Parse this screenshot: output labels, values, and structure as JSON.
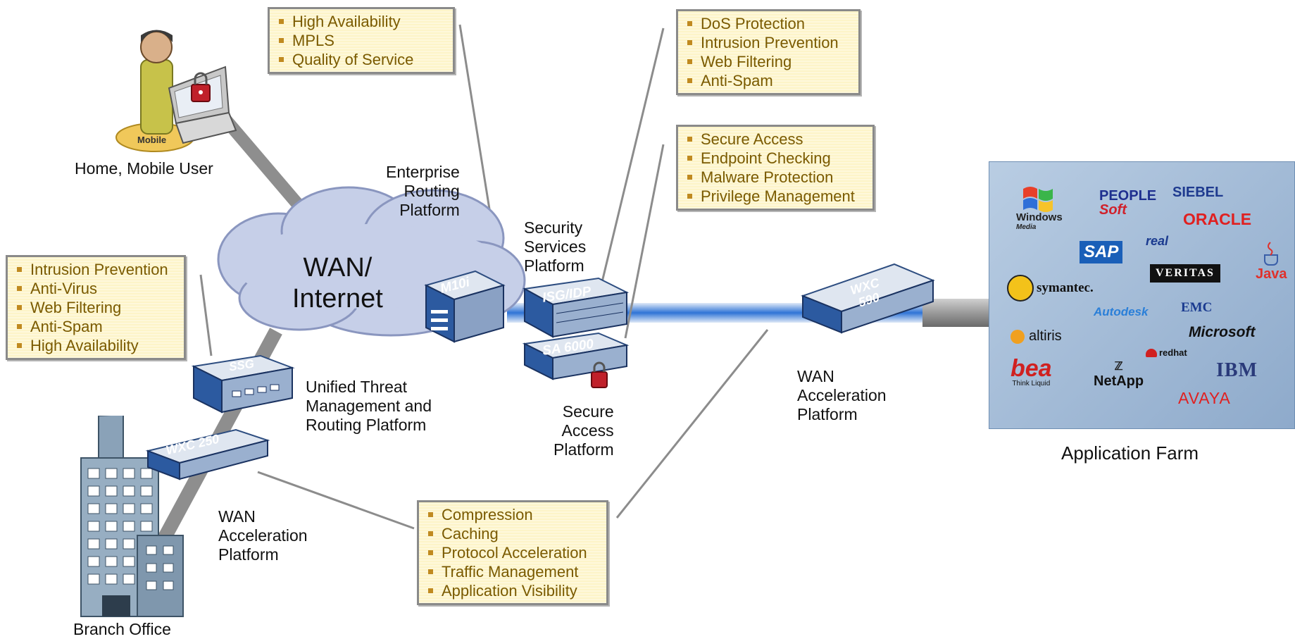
{
  "boxes": {
    "routing": [
      "High Availability",
      "MPLS",
      "Quality of Service"
    ],
    "security": [
      "DoS Protection",
      "Intrusion Prevention",
      "Web Filtering",
      "Anti-Spam"
    ],
    "access": [
      "Secure Access",
      "Endpoint Checking",
      "Malware Protection",
      "Privilege Management"
    ],
    "utm": [
      "Intrusion Prevention",
      "Anti-Virus",
      "Web Filtering",
      "Anti-Spam",
      "High Availability"
    ],
    "wan": [
      "Compression",
      "Caching",
      "Protocol Acceleration",
      "Traffic Management",
      "Application Visibility"
    ]
  },
  "labels": {
    "home_user": "Home, Mobile User",
    "mobile_badge": "Mobile",
    "cloud": [
      "WAN/",
      "Internet"
    ],
    "enterprise_routing": [
      "Enterprise",
      "Routing",
      "Platform"
    ],
    "security_services": [
      "Security",
      "Services",
      "Platform"
    ],
    "unified_threat": [
      "Unified Threat",
      "Management and",
      "Routing Platform"
    ],
    "secure_access": [
      "Secure",
      "Access",
      "Platform"
    ],
    "wan_accel_branch": [
      "WAN",
      "Acceleration",
      "Platform"
    ],
    "wan_accel_dc": [
      "WAN",
      "Acceleration",
      "Platform"
    ],
    "application_farm": "Application Farm",
    "branch_office": "Branch Office"
  },
  "devices": {
    "m10i": "M10i",
    "isg": "ISG/IDP",
    "sa": "SA 6000",
    "ssg": "SSG",
    "wxc250": "WXC 250",
    "wxc590": [
      "WXC",
      "590"
    ]
  },
  "logos": {
    "windows": [
      "Windows",
      "Media"
    ],
    "peoplesoft": [
      "PEOPLE",
      "Soft"
    ],
    "siebel": "SIEBEL",
    "oracle": "ORACLE",
    "sap": "SAP",
    "real": "real",
    "veritas": "VERITAS",
    "java": "Java",
    "symantec": "symantec.",
    "autodesk": "Autodesk",
    "emc": "EMC",
    "altiris": "altiris",
    "microsoft": "Microsoft",
    "redhat": "redhat",
    "ibm": "IBM",
    "bea": "bea",
    "bea_tag": "Think Liquid",
    "netapp": "NetApp",
    "avaya": "AVAYA"
  },
  "colors": {
    "box_fill": "#fdf4c8",
    "box_text": "#7a5a00",
    "link_blue": "#3a7fd8",
    "cloud": "#c6cfe8",
    "farm": "#9fb8d6"
  }
}
